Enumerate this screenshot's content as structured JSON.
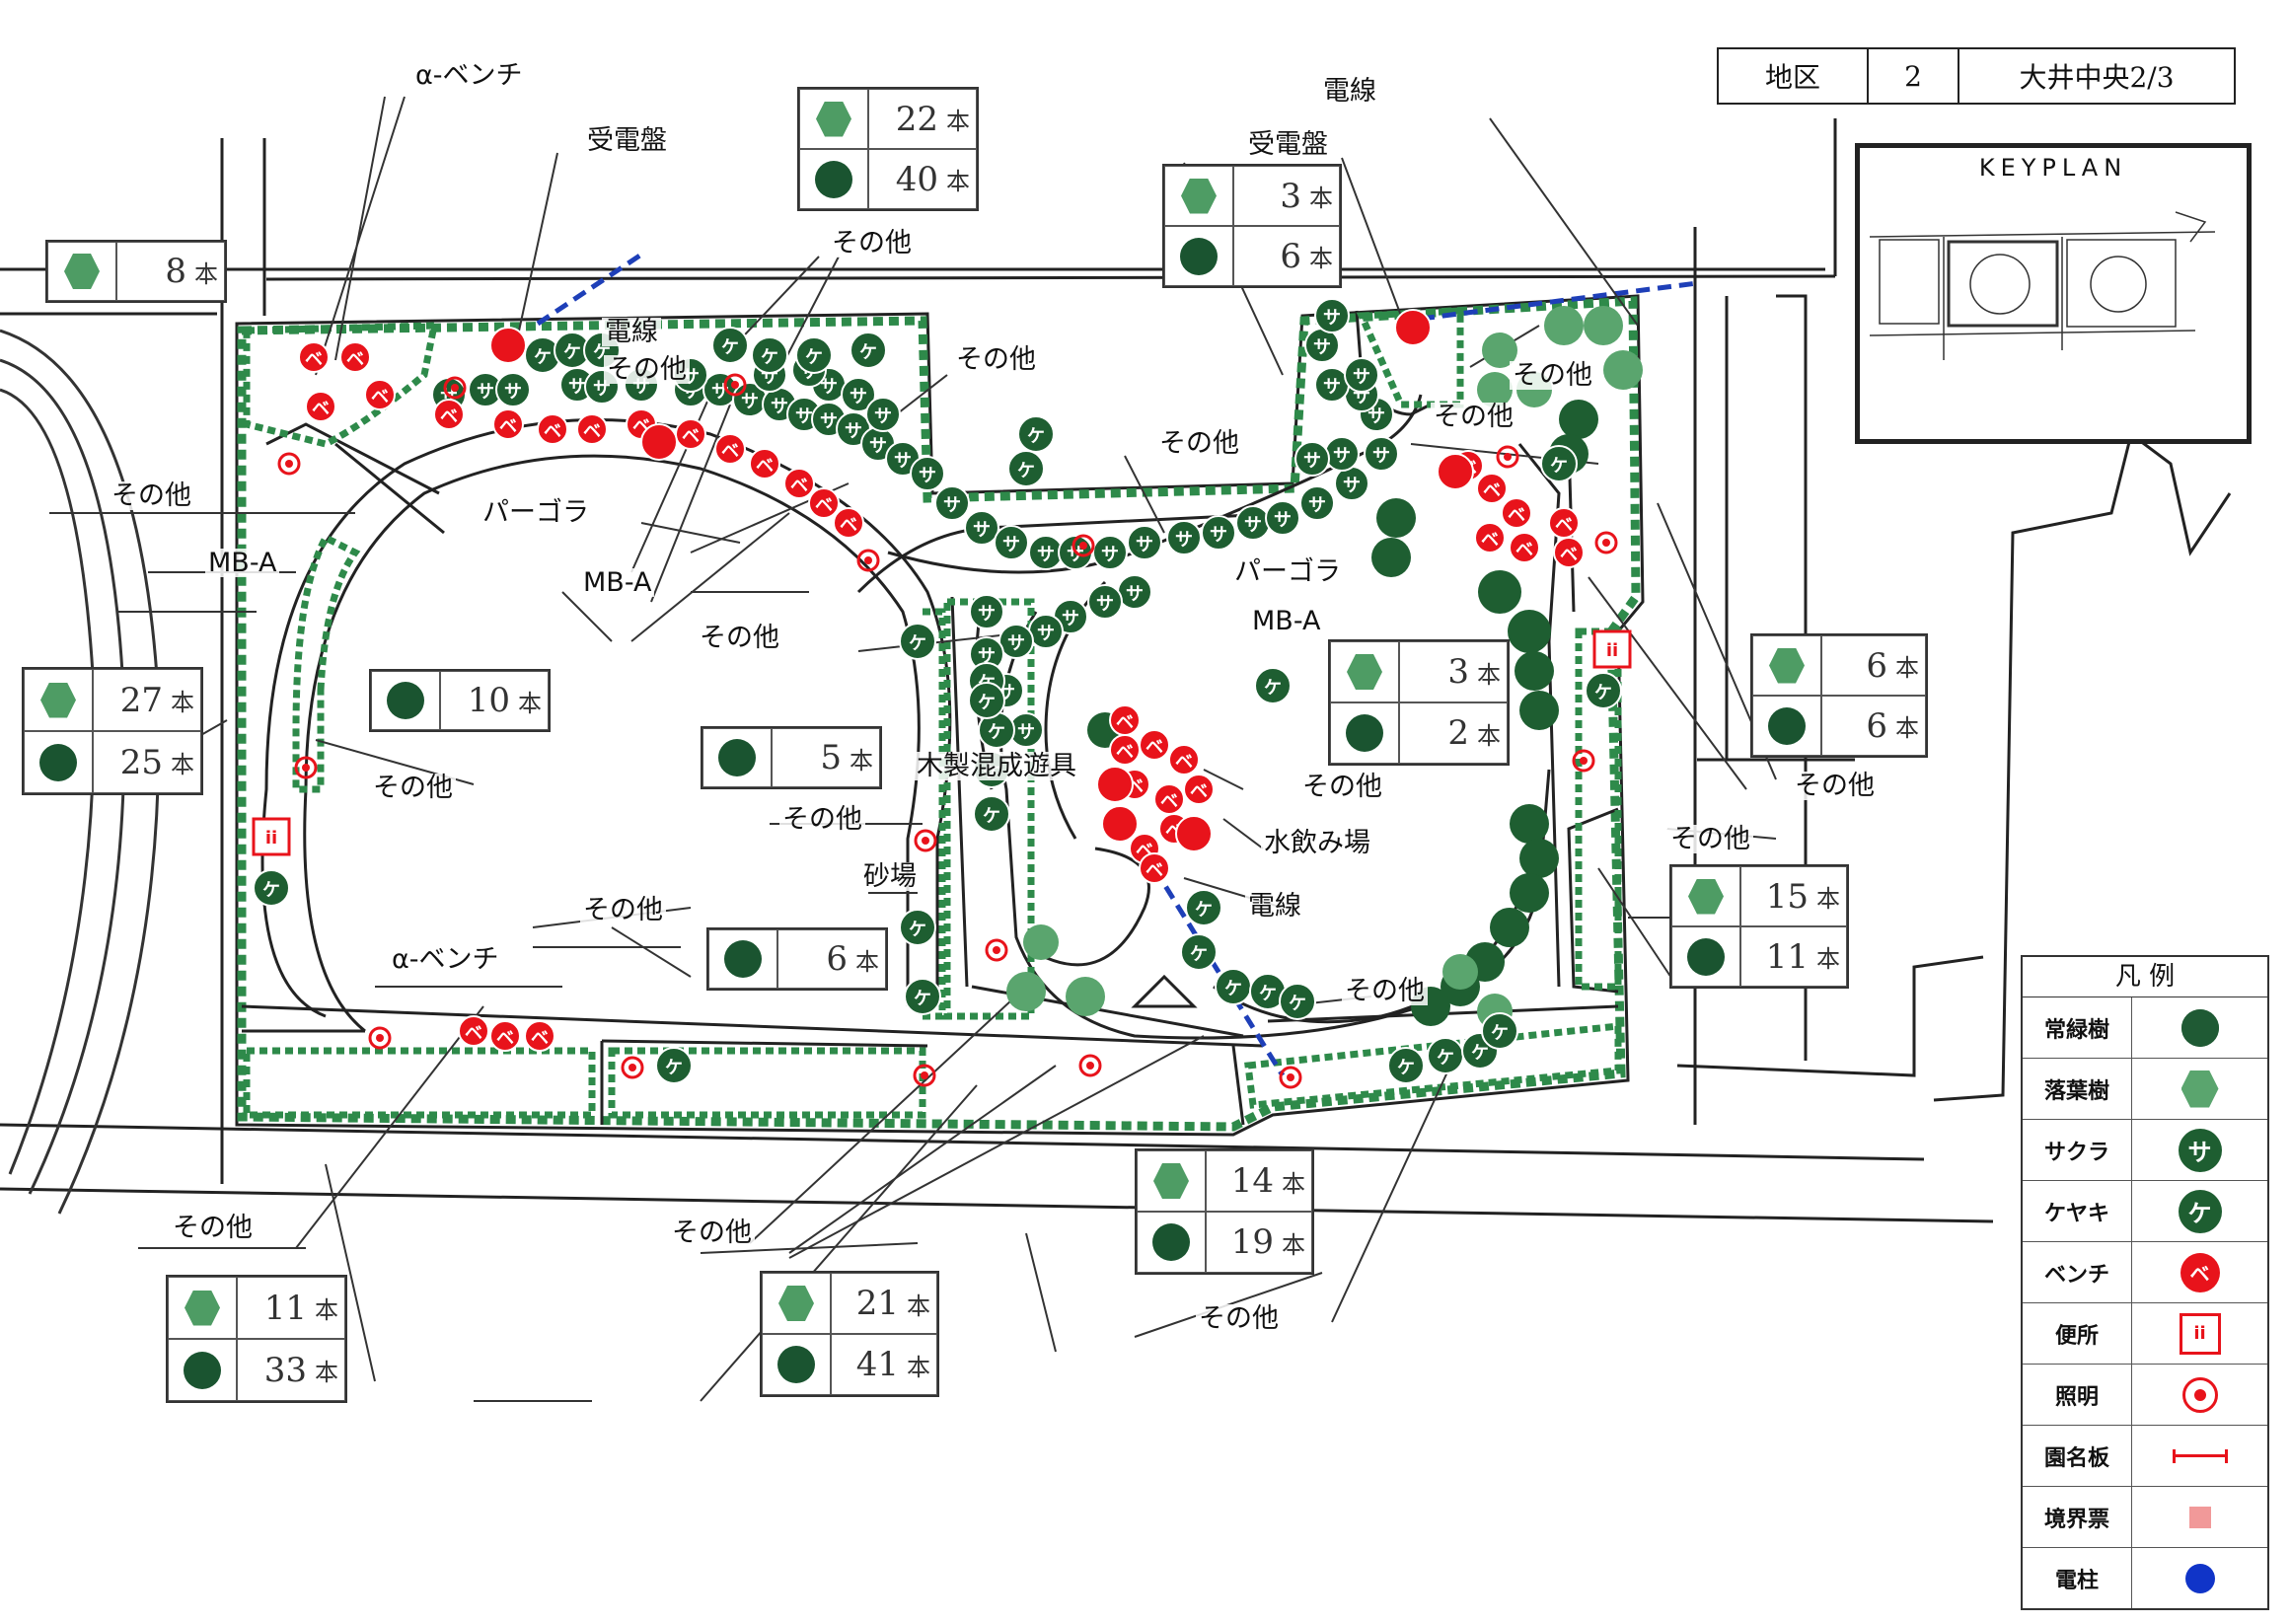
{
  "header": {
    "district_label": "地区",
    "district_number": "2",
    "district_name": "大井中央2/3"
  },
  "keyplan": {
    "title": "KEYPLAN"
  },
  "labels": {
    "alpha_bench_top": "α-ベンチ",
    "alpha_bench_bottom": "α-ベンチ",
    "power_board_left": "受電盤",
    "power_board_right": "受電盤",
    "wire_top_right": "電線",
    "wire_left": "電線",
    "wire_bottom": "電線",
    "pergola_left": "パーゴラ",
    "pergola_center": "パーゴラ",
    "mba_left": "MB-A",
    "mba_center_left": "MB-A",
    "mba_center": "MB-A",
    "sandbox": "砂場",
    "wooden_play": "木製混成遊具",
    "drinking_fountain": "水飲み場",
    "other": "その他"
  },
  "count_boxes": [
    {
      "decid": "8",
      "ever": null,
      "unit": "本"
    },
    {
      "decid": "22",
      "ever": "40",
      "unit": "本"
    },
    {
      "decid": "3",
      "ever": "6",
      "unit": "本"
    },
    {
      "decid": "27",
      "ever": "25",
      "unit": "本"
    },
    {
      "decid": null,
      "ever": "10",
      "unit": "本"
    },
    {
      "decid": null,
      "ever": "5",
      "unit": "本"
    },
    {
      "decid": "3",
      "ever": "2",
      "unit": "本"
    },
    {
      "decid": "6",
      "ever": "6",
      "unit": "本"
    },
    {
      "decid": null,
      "ever": "6",
      "unit": "本"
    },
    {
      "decid": "15",
      "ever": "11",
      "unit": "本"
    },
    {
      "decid": "14",
      "ever": "19",
      "unit": "本"
    },
    {
      "decid": "11",
      "ever": "33",
      "unit": "本"
    },
    {
      "decid": "21",
      "ever": "41",
      "unit": "本"
    }
  ],
  "legend": {
    "title": "凡 例",
    "items": [
      {
        "name": "常緑樹",
        "icon": "evergreen-tree-icon"
      },
      {
        "name": "落葉樹",
        "icon": "deciduous-tree-icon"
      },
      {
        "name": "サクラ",
        "icon": "sakura-icon",
        "symbol": "サ"
      },
      {
        "name": "ケヤキ",
        "icon": "keyaki-icon",
        "symbol": "ケ"
      },
      {
        "name": "ベンチ",
        "icon": "bench-icon",
        "symbol": "ベ"
      },
      {
        "name": "便所",
        "icon": "toilet-icon",
        "symbol": "ii"
      },
      {
        "name": "照明",
        "icon": "light-icon"
      },
      {
        "name": "園名板",
        "icon": "park-sign-icon"
      },
      {
        "name": "境界票",
        "icon": "boundary-marker-icon"
      },
      {
        "name": "電柱",
        "icon": "utility-pole-icon"
      }
    ]
  },
  "symbols": {
    "sakura": "サ",
    "keyaki": "ケ",
    "bench": "ベ",
    "toilet": "ii"
  },
  "colors": {
    "evergreen": "#1e5e31",
    "deciduous": "#5aa56e",
    "bench": "#e8131b",
    "pole": "#1034c8",
    "hedge": "#2e8a4a",
    "line": "#222222"
  }
}
